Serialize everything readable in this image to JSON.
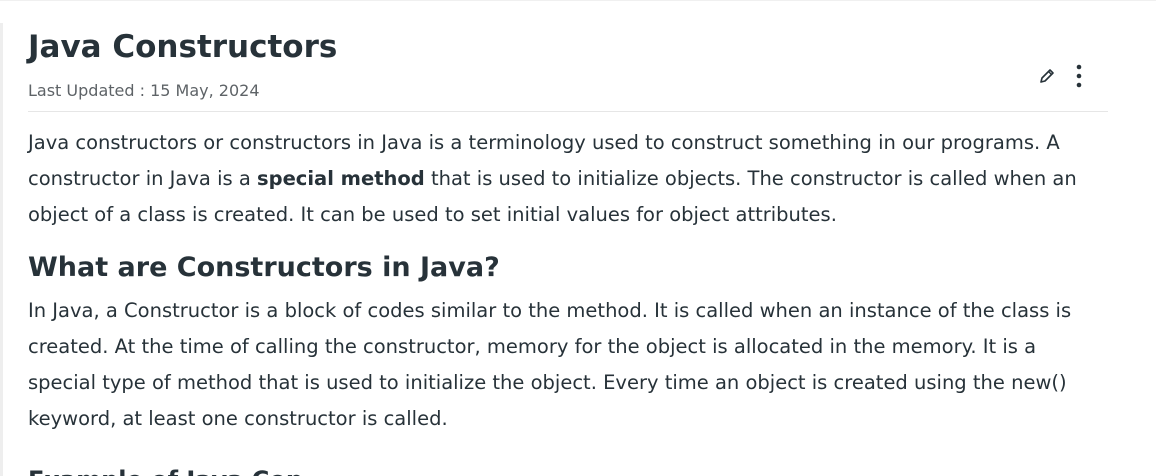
{
  "article": {
    "title": "Java Constructors",
    "last_updated": "Last Updated : 15 May, 2024",
    "para1": {
      "before": "Java constructors or constructors in Java is a terminology used to construct something in our programs. A constructor in Java is a ",
      "bold": "special method",
      "after": " that is used to initialize objects. The constructor is called when an object of a class is created. It can be used to set initial values for object attributes."
    },
    "heading2": "What are Constructors in Java?",
    "para2": "In Java, a Constructor is a block of codes similar to the method. It is called when an instance of the class is created. At the time of calling the constructor, memory for the object is allocated in the memory. It is a special type of method that is used to initialize the object. Every time an object is created using the new() keyword, at least one constructor is called.",
    "next_heading_partial": "Example of Java Con"
  },
  "icons": {
    "edit": "pencil-icon",
    "more": "more-vertical-icon"
  }
}
